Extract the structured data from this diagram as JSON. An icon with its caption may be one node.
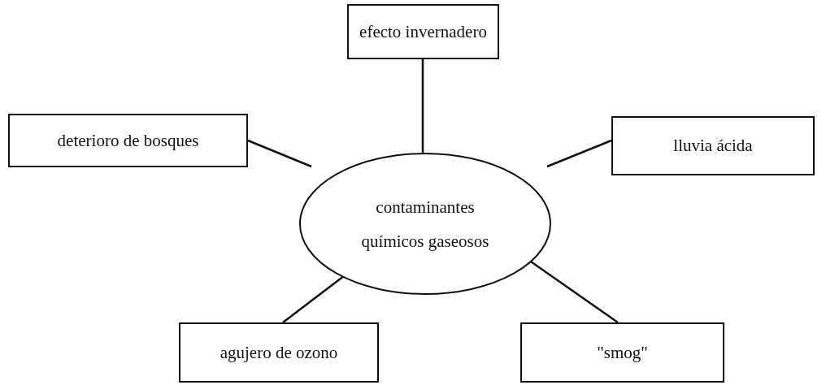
{
  "diagram": {
    "nodes": [
      {
        "text": [
          "efecto invernadero"
        ]
      },
      {
        "text": [
          "deterioro de bosques"
        ]
      },
      {
        "text": [
          "contaminantes químicos gaseosos"
        ]
      },
      {
        "text": [
          "lluvia ácida"
        ]
      },
      {
        "text": [
          "agujero de ozono"
        ]
      },
      {
        "text": [
          "\"smog\""
        ]
      }
    ],
    "edges": [
      {
        "from": 2,
        "to": 0,
        "arrow": "none"
      },
      {
        "from": 2,
        "to": 1,
        "arrow": "none"
      },
      {
        "from": 2,
        "to": 3,
        "arrow": "none"
      },
      {
        "from": 2,
        "to": 4,
        "arrow": "none"
      },
      {
        "from": 2,
        "to": 5,
        "arrow": "none"
      }
    ]
  }
}
